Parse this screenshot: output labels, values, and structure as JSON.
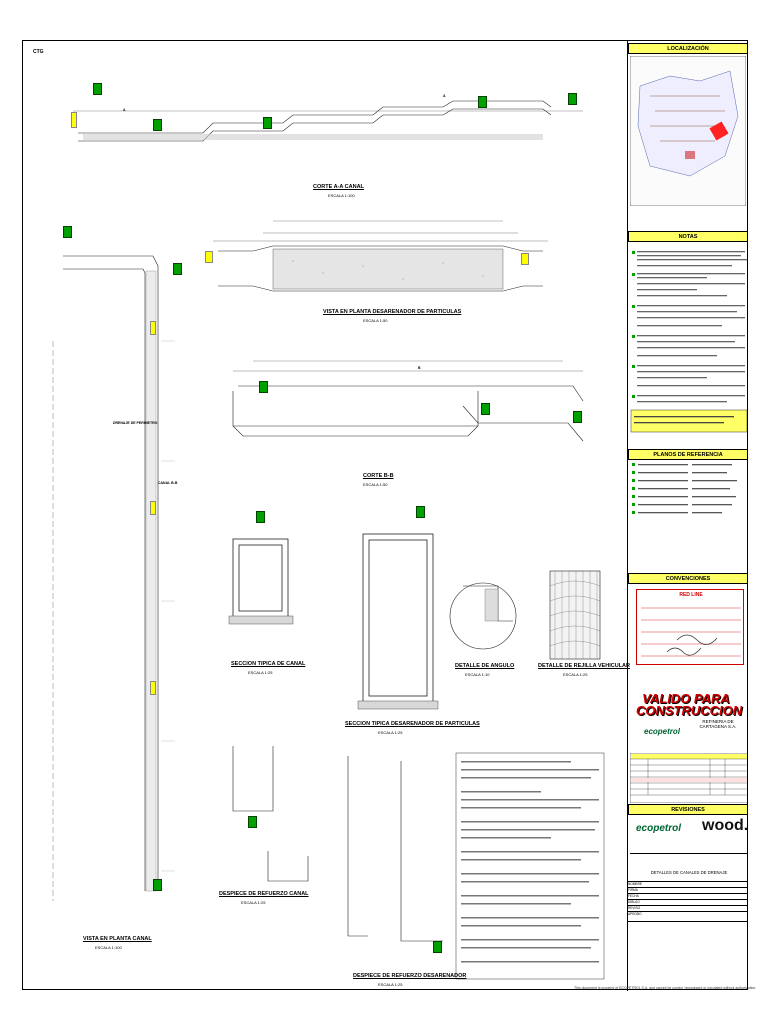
{
  "corner_marks": {
    "top_left": "CTG"
  },
  "drawing": {
    "corte_aa": {
      "title": "CORTE A-A CANAL",
      "scale": "ESCALA 1:100"
    },
    "vista_planta_desc": {
      "title": "VISTA EN PLANTA DESARENADOR DE PARTICULAS",
      "scale": "ESCALA 1:50"
    },
    "corte_bb": {
      "title": "CORTE B-B",
      "scale": "ESCALA 1:50"
    },
    "seccion_canal": {
      "title": "SECCION TIPICA DE CANAL",
      "scale": "ESCALA 1:25"
    },
    "seccion_desarenador": {
      "title": "SECCION TIPICA DESARENADOR DE PARTICULAS",
      "scale": "ESCALA 1:25"
    },
    "detalle_angulo": {
      "title": "DETALLE DE ANGULO",
      "scale": "ESCALA 1:10"
    },
    "detalle_rejilla": {
      "title": "DETALLE DE REJILLA VEHICULAR",
      "scale": "ESCALA 1:25"
    },
    "vista_planta_canal": {
      "title": "VISTA EN PLANTA CANAL",
      "scale": "ESCALA 1:100"
    },
    "despiece_canal": {
      "title": "DESPIECE DE REFUERZO CANAL",
      "scale": "ESCALA 1:25"
    },
    "despiece_desarenador": {
      "title": "DESPIECE DE REFUERZO DESARENADOR",
      "scale": "ESCALA 1:25"
    },
    "tags": {
      "a": "A",
      "b": "B",
      "canal": "CANAL B-B",
      "drenaje": "DRENAJE DE PERIMETRO"
    }
  },
  "sidebar": {
    "localizacion": "LOCALIZACIÓN",
    "notas": "NOTAS",
    "planos_referencia": "PLANOS DE REFERENCIA",
    "convenciones": "CONVENCIONES",
    "red_line": "RED LINE",
    "seal_line1": "VALIDO PARA",
    "seal_line2": "CONSTRUCCION",
    "refineria": "REFINERIA DE CARTAGENA S.A.",
    "ecopetrol": "ecopetrol",
    "wood": "wood.",
    "revisiones": "REVISIONES",
    "titulo": "DETALLES DE CANALES DE DRENAJE",
    "rows": [
      "NOMBRE",
      "FIRMA",
      "FECHA",
      "DIBUJO",
      "REVISO",
      "APROBO"
    ]
  },
  "footer": {
    "text": "This document is property of ECOPETROL S.A. and cannot be copied, reproduced or circulated without authorization."
  }
}
